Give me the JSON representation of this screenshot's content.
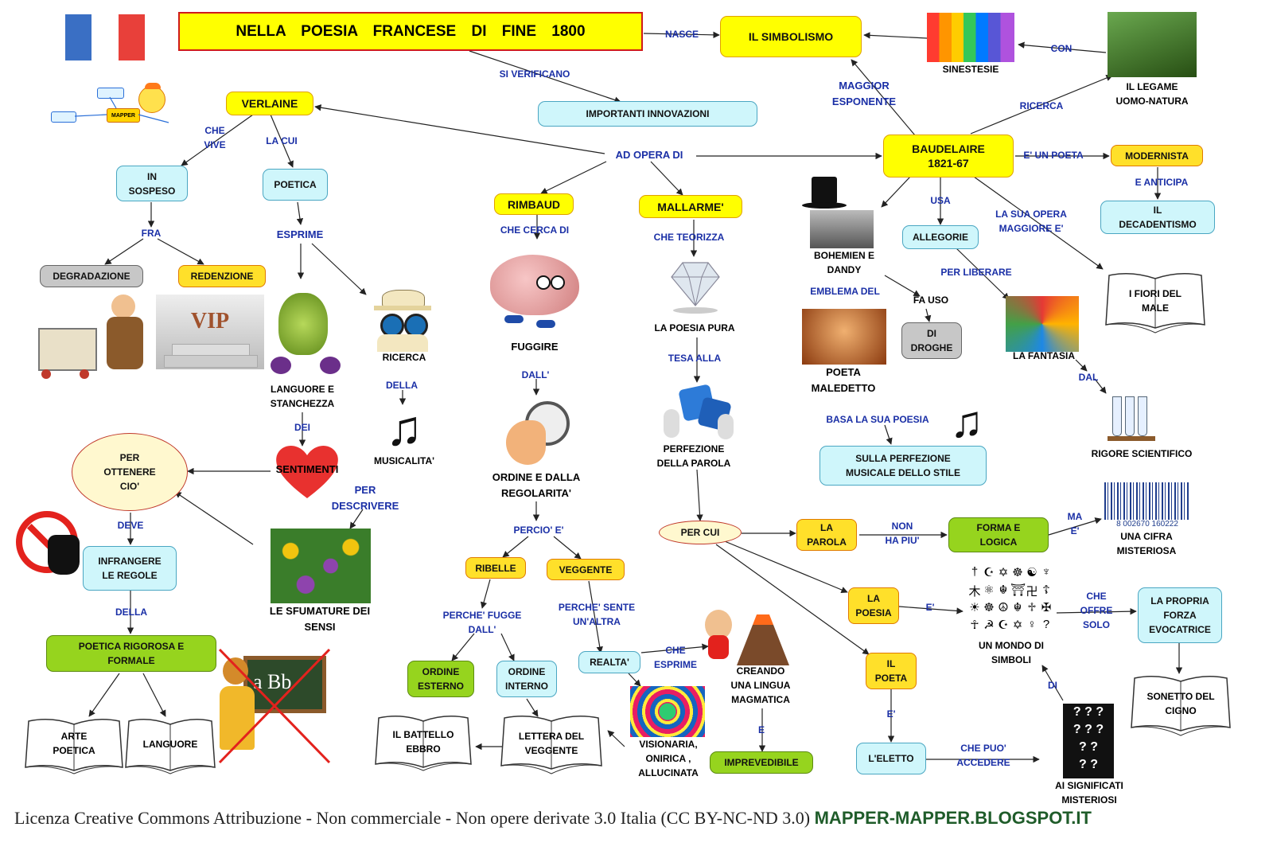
{
  "title": "NELLA POESIA FRANCESE DI FINE 1800",
  "nodes": {
    "simbolismo": "IL   SIMBOLISMO",
    "importanti": "IMPORTANTI      INNOVAZIONI",
    "verlaine": "VERLAINE",
    "baudelaire": "BAUDELAIRE\n1821-67",
    "rimbaud": "RIMBAUD",
    "mallarme": "MALLARME'",
    "in_sospeso": "IN\nSOSPESO",
    "poetica": "POETICA",
    "degradazione": "DEGRADAZIONE",
    "redenzione": "REDENZIONE",
    "per_ottenere": "PER\nOTTENERE\nCIO'",
    "infrangere": "INFRANGERE\nLE   REGOLE",
    "poetica_rigorosa": "POETICA      RIGOROSA    E\nFORMALE",
    "ribelle": "RIBELLE",
    "veggente": "VEGGENTE",
    "ordine_esterno": "ORDINE\nESTERNO",
    "ordine_interno": "ORDINE\nINTERNO",
    "realta": "REALTA'",
    "imprevedibile": "IMPREVEDIBILE",
    "per_cui": "PER   CUI",
    "la_parola": "LA\nPAROLA",
    "forma_logica": "FORMA    E\nLOGICA",
    "la_poesia": "LA\nPOESIA",
    "il_poeta": "IL\nPOETA",
    "eletto": "L'ELETTO",
    "allegorie": "ALLEGORIE",
    "droghe": "DI\nDROGHE",
    "perfezione_musicale": "SULLA      PERFEZIONE\nMUSICALE     DELLO    STILE",
    "modernista": "MODERNISTA",
    "decadentismo": "IL\nDECADENTISMO",
    "forza_evocatrice": "LA    PROPRIA\nFORZA\nEVOCATRICE"
  },
  "books": {
    "arte_poetica": "ARTE\nPOETICA",
    "languore": "LANGUORE",
    "battello": "IL    BATTELLO\nEBBRO",
    "lettera": "LETTERA    DEL\nVEGGENTE",
    "fiori": "I   FIORI    DEL\nMALE",
    "sonetto": "SONETTO     DEL\nCIGNO"
  },
  "captions": {
    "sinestesie": "SINESTESIE",
    "legame": "IL    LEGAME\nUOMO-NATURA",
    "bohemien": "BOHEMIEN     E\nDANDY",
    "poeta_maledetto": "POETA\nMALEDETTO",
    "fa_uso": "FA   USO",
    "fantasia": "LA      FANTASIA",
    "rigore": "RIGORE       SCIENTIFICO",
    "cifra": "UNA    CIFRA\nMISTERIOSA",
    "simboli": "UN     MONDO     DI\nSIMBOLI",
    "significati": "AI     SIGNIFICATI\nMISTERIOSI",
    "fuggire": "FUGGIRE",
    "ordine_regolarita": "ORDINE   E   DALLA\nREGOLARITA'",
    "poesia_pura": "LA     POESIA     PURA",
    "perfezione_parola": "PERFEZIONE\nDELLA     PAROLA",
    "languore_stanchezza": "LANGUORE     E\nSTANCHEZZA",
    "sentimenti": "SENTIMENTI",
    "ricerca": "RICERCA",
    "musicalita": "MUSICALITA'",
    "sfumature": "LE      SFUMATURE      DEI\nSENSI",
    "creando": "CREANDO\nUNA    LINGUA\nMAGMATICA",
    "visionaria": "VISIONARIA,\nONIRICA     ,\nALLUCINATA",
    "mapper": "MAPPER",
    "vip": "VIP",
    "barcode": "8  002670  160222",
    "ab": "a Bb"
  },
  "links": {
    "nasce": "NASCE",
    "si_verificano": "SI     VERIFICANO",
    "ad_opera_di": "AD    OPERA    DI",
    "con": "CON",
    "maggior_esponente": "MAGGIOR\nESPONENTE",
    "ricerca": "RICERCA",
    "e_un_poeta": "E' UN    POETA",
    "e_anticipa": "E    ANTICIPA",
    "che_vive": "CHE\nVIVE",
    "la_cui": "LA    CUI",
    "fra": "FRA",
    "esprime": "ESPRIME",
    "della1": "DELLA",
    "dei": "DEI",
    "per_descrivere": "PER\nDESCRIVERE",
    "deve": "DEVE",
    "della2": "DELLA",
    "che_cerca_di": "CHE    CERCA    DI",
    "dall1": "DALL'",
    "percio_e": "PERCIO'    E'",
    "perche_fugge": "PERCHE'     FUGGE\nDALL'",
    "perche_sente": "PERCHE'     SENTE\nUN'ALTRA",
    "che_esprime": "CHE\nESPRIME",
    "e1": "E",
    "che_teorizza": "CHE     TEORIZZA",
    "tesa_alla": "TESA      ALLA",
    "non_ha_piu": "NON\nHA    PIU'",
    "ma_e": "MA\nE'",
    "e2": "E'",
    "che_offre_solo": "CHE\nOFFRE\nSOLO",
    "di": "DI",
    "e3": "E'",
    "che_puo_accedere": "CHE    PUO'\nACCEDERE",
    "usa": "USA",
    "per_liberare": "PER      LIBERARE",
    "emblema_del": "EMBLEMA      DEL",
    "basa": "BASA     LA     SUA     POESIA",
    "la_sua_opera": "LA    SUA    OPERA\nMAGGIORE     E'",
    "dal": "DAL"
  },
  "symbols_grid": [
    "†",
    "☪",
    "✡",
    "☸",
    "☯",
    "♆",
    "木",
    "⚛",
    "☬",
    "⛩",
    "卍",
    "☦",
    "☀",
    "☸",
    "☮",
    "☬",
    "♱",
    "✠",
    "☥",
    "☭",
    "☪",
    "✡",
    "♀",
    "?"
  ],
  "footer": {
    "license": "Licenza Creative Commons Attribuzione - Non commerciale - Non opere derivate 3.0 Italia (CC BY-NC-ND 3.0)",
    "site": "MAPPER-MAPPER.BLOGSPOT.IT"
  },
  "colors": {
    "link_text": "#1a2fa6",
    "yellow": "#ffff00",
    "cyan": "#cff6fb",
    "green": "#96d41e",
    "gray": "#c7c7c7",
    "flag_blue": "#3a6fc4",
    "flag_red": "#e8403a"
  }
}
